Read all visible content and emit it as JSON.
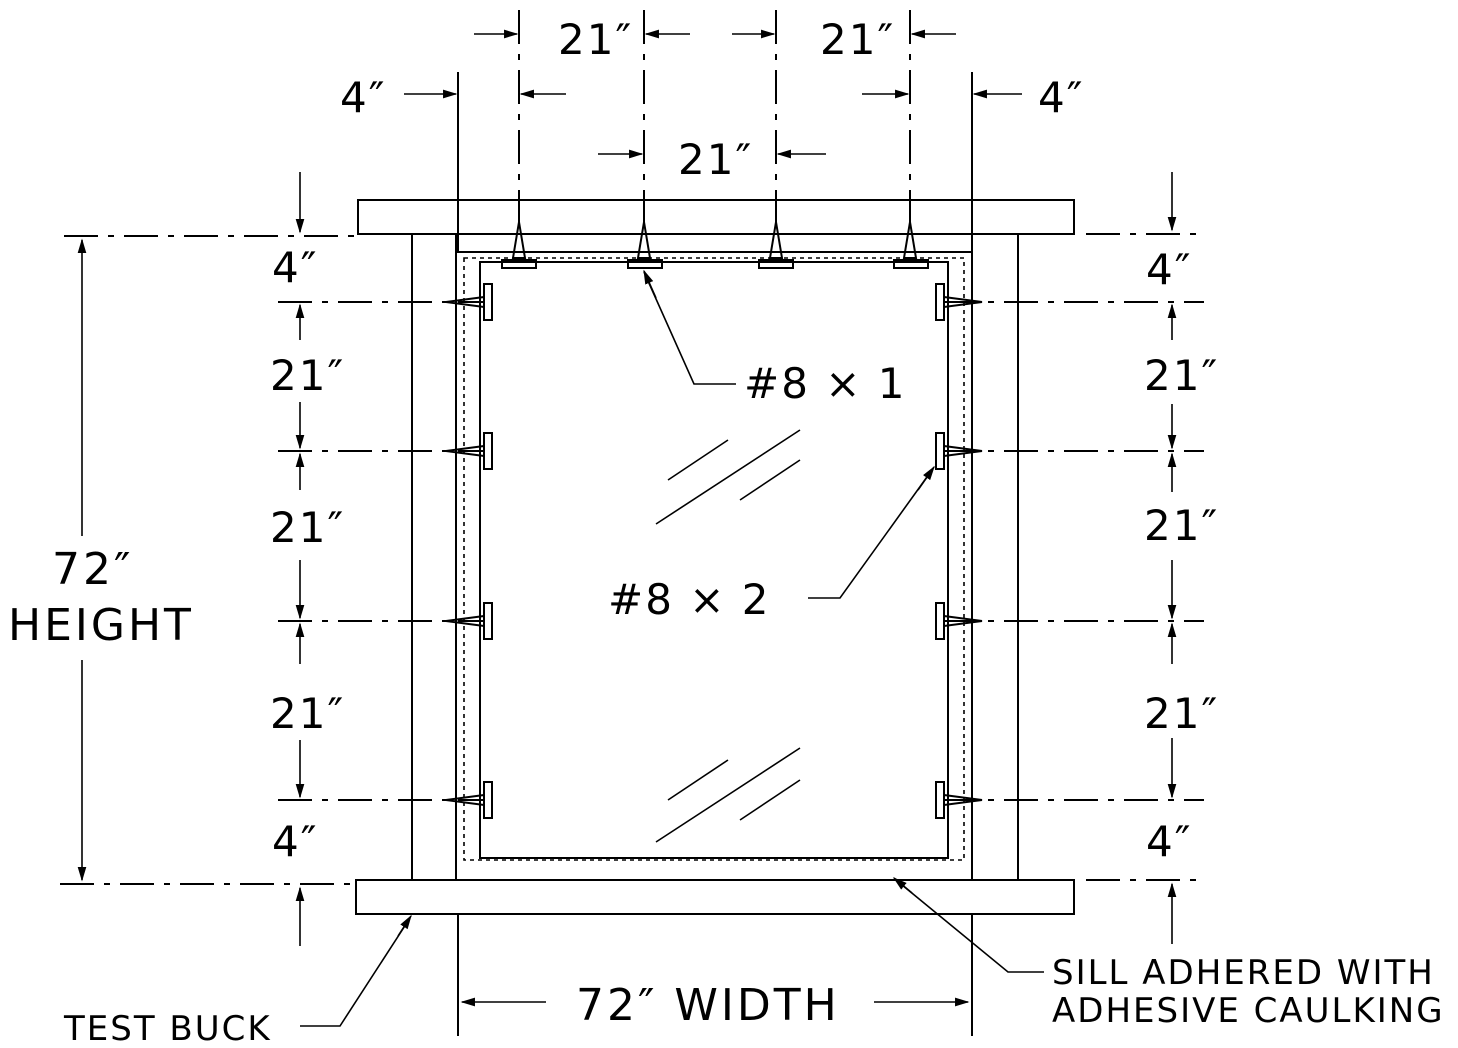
{
  "labels": {
    "top_dim_left": "21″",
    "top_dim_right": "21″",
    "top_dim_middle": "21″",
    "top_edge_left": "4″",
    "top_edge_right": "4″",
    "left_top_edge": "4″",
    "left_21_a": "21″",
    "left_21_b": "21″",
    "left_21_c": "21″",
    "left_bottom_edge": "4″",
    "right_top_edge": "4″",
    "right_21_a": "21″",
    "right_21_b": "21″",
    "right_21_c": "21″",
    "right_bottom_edge": "4″",
    "height_value": "72″",
    "height_word": "HEIGHT",
    "width": "72″ WIDTH",
    "screw_head": "#8 × 1",
    "screw_jamb": "#8 × 2",
    "test_buck": "TEST BUCK",
    "sill_line1": "SILL ADHERED WITH",
    "sill_line2": "ADHESIVE CAULKING"
  }
}
